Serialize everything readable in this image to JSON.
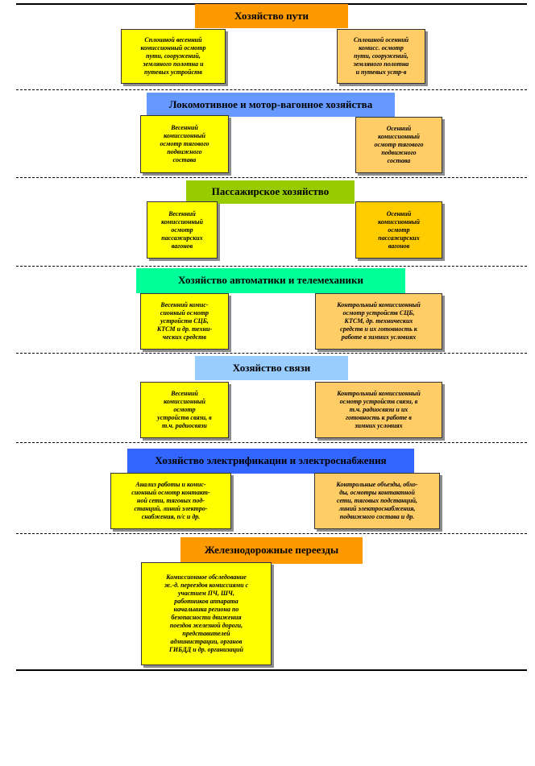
{
  "sections": [
    {
      "title": "Хозяйство пути",
      "color": "#ff9900",
      "left": "Сплошной весенний\nкомиссионный осмотр\nпути, сооружений,\nземляного полотна и\nпутевых устройств",
      "right": "Сплошной осенний\nкомисс. осмотр\nпути, сооружений,\nземляного полотна\nи путевых устр-в"
    },
    {
      "title": "Локомотивное и мотор-вагонное хозяйства",
      "color": "#6699ff",
      "left": "Весенний\nкомиссионный\nосмотр тягового\nподвижного\nсостава",
      "right": "Осенний\nкомиссионный\nосмотр тягового\nподвижного\nсостава"
    },
    {
      "title": "Пассажирское хозяйство",
      "color": "#99cc00",
      "left": "Весенний\nкомиссионный\nосмотр\nпассажирских\nвагонов",
      "right": "Осенний\nкомиссионный\nосмотр\nпассажирских\nвагонов"
    },
    {
      "title": "Хозяйство автоматики и телемеханики",
      "color": "#00ff99",
      "left": "Весенний комис-\nсионный осмотр\nустройств СЦБ,\nКТСМ и др. техни-\nческих средств",
      "right": "Контрольный комиссионный\nосмотр устройств СЦБ,\nКТСМ, др. технических\nсредств и их готовность к\nработе в зимних условиях"
    },
    {
      "title": "Хозяйство связи",
      "color": "#99ccff",
      "left": "Весенний\nкомиссионный\nосмотр\nустройств связи, в\nт.ч. радиосвязи",
      "right": "Контрольный комиссионный\nосмотр устройств связи, в\nт.ч. радиосвязи и их\nготовность к работе в\nзимних условиях"
    },
    {
      "title": "Хозяйство электрификации и электроснабжения",
      "color": "#3366ff",
      "left": "Анализ работы и комис-\nсионный осмотр контакт-\nной сети, тяговых под-\nстанций, линий электро-\nснабжения, п/с и др.",
      "right": "Контрольные объезды, обхо-\nды, осмотры контактной\nсети, тяговых подстанций,\nлиний электроснабжения,\nподвижного состава и др."
    },
    {
      "title": "Железнодорожные переезды",
      "color": "#ff9900",
      "left": "Комиссионное обследование\nж.-д. переездов комиссиями с\nучастием ПЧ, ШЧ,\nработников аппарата\nначальника региона по\nбезопасности движения\nпоездов железной дороги,\nпредставителей\nадминистрации, органов\nГИБДД и др. организаций",
      "right": ""
    }
  ]
}
